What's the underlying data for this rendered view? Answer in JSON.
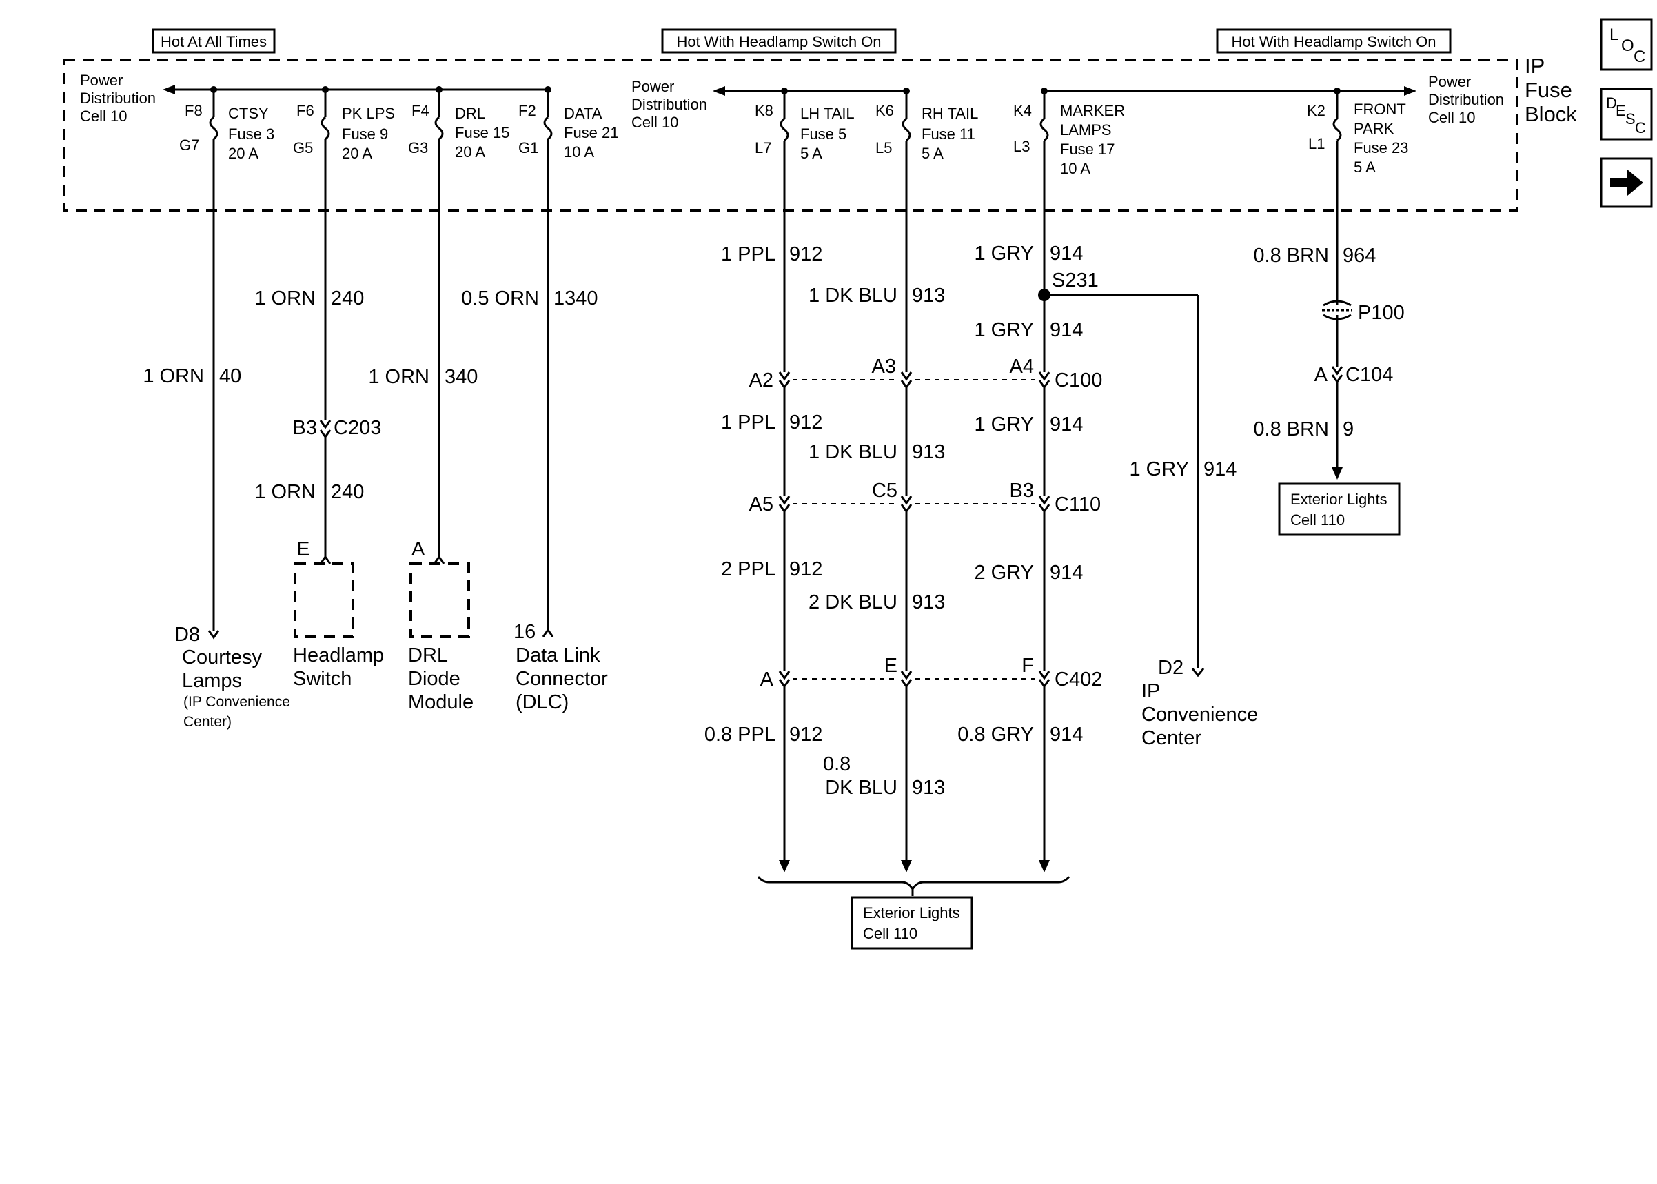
{
  "headers": {
    "hot_at_all_times": "Hot At All Times",
    "hot_with_headlamp_1": "Hot With Headlamp Switch On",
    "hot_with_headlamp_2": "Hot With Headlamp Switch On"
  },
  "fuse_block": {
    "label_line1": "IP",
    "label_line2": "Fuse",
    "label_line3": "Block",
    "power_dist": [
      "Power",
      "Distribution",
      "Cell 10"
    ]
  },
  "nav_buttons": {
    "loc": {
      "l": "L",
      "o": "O",
      "c": "C"
    },
    "desc": {
      "d": "D",
      "e": "E",
      "s": "S",
      "c": "C"
    }
  },
  "fuses": {
    "ctsy": {
      "in_pin": "F8",
      "out_pin": "G7",
      "name": "CTSY",
      "fuse": "Fuse 3",
      "amps": "20 A"
    },
    "pklps": {
      "in_pin": "F6",
      "out_pin": "G5",
      "name": "PK LPS",
      "fuse": "Fuse 9",
      "amps": "20 A"
    },
    "drl": {
      "in_pin": "F4",
      "out_pin": "G3",
      "name": "DRL",
      "fuse": "Fuse 15",
      "amps": "20 A"
    },
    "data": {
      "in_pin": "F2",
      "out_pin": "G1",
      "name": "DATA",
      "fuse": "Fuse 21",
      "amps": "10 A"
    },
    "lhtail": {
      "in_pin": "K8",
      "out_pin": "L7",
      "name": "LH TAIL",
      "fuse": "Fuse 5",
      "amps": "5 A"
    },
    "rhtail": {
      "in_pin": "K6",
      "out_pin": "L5",
      "name": "RH TAIL",
      "fuse": "Fuse 11",
      "amps": "5 A"
    },
    "marker": {
      "in_pin": "K4",
      "out_pin": "L3",
      "name1": "MARKER",
      "name2": "LAMPS",
      "fuse": "Fuse 17",
      "amps": "10 A"
    },
    "frontpark": {
      "in_pin": "K2",
      "out_pin": "L1",
      "name1": "FRONT",
      "name2": "PARK",
      "fuse": "Fuse 23",
      "amps": "5 A"
    }
  },
  "wires": {
    "w40": {
      "gauge": "1 ORN",
      "circuit": "40"
    },
    "w240a": {
      "gauge": "1 ORN",
      "circuit": "240"
    },
    "w240b": {
      "gauge": "1 ORN",
      "circuit": "240"
    },
    "w340": {
      "gauge": "1 ORN",
      "circuit": "340"
    },
    "w1340": {
      "gauge": "0.5 ORN",
      "circuit": "1340"
    },
    "w912a": {
      "gauge": "1 PPL",
      "circuit": "912"
    },
    "w912b": {
      "gauge": "1 PPL",
      "circuit": "912"
    },
    "w912c": {
      "gauge": "2 PPL",
      "circuit": "912"
    },
    "w912d": {
      "gauge": "0.8 PPL",
      "circuit": "912"
    },
    "w913a": {
      "gauge": "1 DK BLU",
      "circuit": "913"
    },
    "w913b": {
      "gauge": "1 DK BLU",
      "circuit": "913"
    },
    "w913c": {
      "gauge": "2 DK BLU",
      "circuit": "913"
    },
    "w913d": {
      "gauge1": "0.8",
      "gauge2": "DK BLU",
      "circuit": "913"
    },
    "w914a": {
      "gauge": "1 GRY",
      "circuit": "914"
    },
    "w914b": {
      "gauge": "1 GRY",
      "circuit": "914"
    },
    "w914c": {
      "gauge": "1 GRY",
      "circuit": "914"
    },
    "w914d": {
      "gauge": "2 GRY",
      "circuit": "914"
    },
    "w914e": {
      "gauge": "0.8 GRY",
      "circuit": "914"
    },
    "w914f": {
      "gauge": "1 GRY",
      "circuit": "914"
    },
    "w964": {
      "gauge": "0.8 BRN",
      "circuit": "964"
    },
    "w9": {
      "gauge": "0.8 BRN",
      "circuit": "9"
    }
  },
  "connectors": {
    "c203": {
      "pin": "B3",
      "name": "C203"
    },
    "c100": {
      "pins": [
        "A2",
        "A3",
        "A4"
      ],
      "name": "C100"
    },
    "c110": {
      "pins": [
        "A5",
        "C5",
        "B3"
      ],
      "name": "C110"
    },
    "c402": {
      "pins": [
        "A",
        "E",
        "F"
      ],
      "name": "C402"
    },
    "c104": {
      "pin": "A",
      "name": "C104"
    },
    "s231": "S231",
    "p100": "P100"
  },
  "components": {
    "courtesy": {
      "pin": "D8",
      "line1": "Courtesy",
      "line2": "Lamps",
      "line3": "(IP Convenience",
      "line4": "Center)"
    },
    "headlamp": {
      "pin": "E",
      "line1": "Headlamp",
      "line2": "Switch"
    },
    "drl_module": {
      "pin": "A",
      "line1": "DRL",
      "line2": "Diode",
      "line3": "Module"
    },
    "dlc": {
      "pin": "16",
      "line1": "Data Link",
      "line2": "Connector",
      "line3": "(DLC)"
    },
    "ip_conv": {
      "pin": "D2",
      "line1": "IP",
      "line2": "Convenience",
      "line3": "Center"
    },
    "ext_lights_right": {
      "line1": "Exterior Lights",
      "line2": "Cell 110"
    },
    "ext_lights_bottom": {
      "line1": "Exterior Lights",
      "line2": "Cell 110"
    }
  }
}
